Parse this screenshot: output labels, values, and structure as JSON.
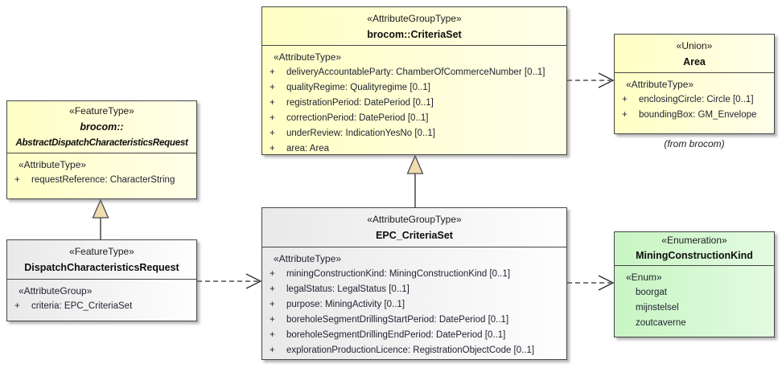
{
  "colors": {
    "class_yellow_left": "#FFFFC4",
    "class_yellow_right": "#FFFEE9",
    "class_gray_left": "#E9E9E9",
    "class_gray_right": "#FEFEFE",
    "enum_green_left": "#C8F5C3",
    "enum_green_right": "#E3FBE1",
    "border": "#454545",
    "generalization_triangle_fill": "#F1DCB2",
    "attribute_text": "#1E2130"
  },
  "classes": {
    "criteriaset": {
      "stereotype": "«AttributeGroupType»",
      "name": "brocom::CriteriaSet",
      "compartment_label": "«AttributeType»",
      "attributes": [
        {
          "vis": "+",
          "text": "deliveryAccountableParty: ChamberOfCommerceNumber [0..1]"
        },
        {
          "vis": "+",
          "text": "qualityRegime: Qualityregime [0..1]"
        },
        {
          "vis": "+",
          "text": "registrationPeriod: DatePeriod [0..1]"
        },
        {
          "vis": "+",
          "text": "correctionPeriod: DatePeriod [0..1]"
        },
        {
          "vis": "+",
          "text": "underReview: IndicationYesNo [0..1]"
        },
        {
          "vis": "+",
          "text": "area: Area"
        }
      ]
    },
    "area": {
      "stereotype": "«Union»",
      "name": "Area",
      "compartment_label": "«AttributeType»",
      "attributes": [
        {
          "vis": "+",
          "text": "enclosingCircle: Circle [0..1]"
        },
        {
          "vis": "+",
          "text": "boundingBox: GM_Envelope"
        }
      ],
      "caption": "(from brocom)"
    },
    "abstract_request": {
      "stereotype": "«FeatureType»",
      "name_line1": "brocom::",
      "name_line2": "AbstractDispatchCharacteristicsRequest",
      "compartment_label": "«AttributeType»",
      "attributes": [
        {
          "vis": "+",
          "text": "requestReference: CharacterString"
        }
      ]
    },
    "dispatch_request": {
      "stereotype": "«FeatureType»",
      "name": "DispatchCharacteristicsRequest",
      "compartment_label": "«AttributeGroup»",
      "attributes": [
        {
          "vis": "+",
          "text": "criteria: EPC_CriteriaSet"
        }
      ]
    },
    "epc_criteriaset": {
      "stereotype": "«AttributeGroupType»",
      "name": "EPC_CriteriaSet",
      "compartment_label": "«AttributeType»",
      "attributes": [
        {
          "vis": "+",
          "text": "miningConstructionKind: MiningConstructionKind [0..1]"
        },
        {
          "vis": "+",
          "text": "legalStatus: LegalStatus [0..1]"
        },
        {
          "vis": "+",
          "text": "purpose: MiningActivity [0..1]"
        },
        {
          "vis": "+",
          "text": "boreholeSegmentDrillingStartPeriod: DatePeriod [0..1]"
        },
        {
          "vis": "+",
          "text": "boreholeSegmentDrillingEndPeriod: DatePeriod [0..1]"
        },
        {
          "vis": "+",
          "text": "explorationProductionLicence: RegistrationObjectCode [0..1]"
        }
      ]
    },
    "mining_construction_kind": {
      "stereotype": "«Enumeration»",
      "name": "MiningConstructionKind",
      "compartment_label": "«Enum»",
      "literals": [
        "boorgat",
        "mijnstelsel",
        "zoutcaverne"
      ]
    }
  },
  "connectors": [
    {
      "type": "generalization",
      "from": "EPC_CriteriaSet",
      "to": "brocom::CriteriaSet"
    },
    {
      "type": "generalization",
      "from": "DispatchCharacteristicsRequest",
      "to": "brocom::AbstractDispatchCharacteristicsRequest"
    },
    {
      "type": "dependency",
      "from": "brocom::CriteriaSet",
      "to": "Area"
    },
    {
      "type": "dependency",
      "from": "DispatchCharacteristicsRequest",
      "to": "EPC_CriteriaSet"
    },
    {
      "type": "dependency",
      "from": "EPC_CriteriaSet",
      "to": "MiningConstructionKind"
    }
  ]
}
